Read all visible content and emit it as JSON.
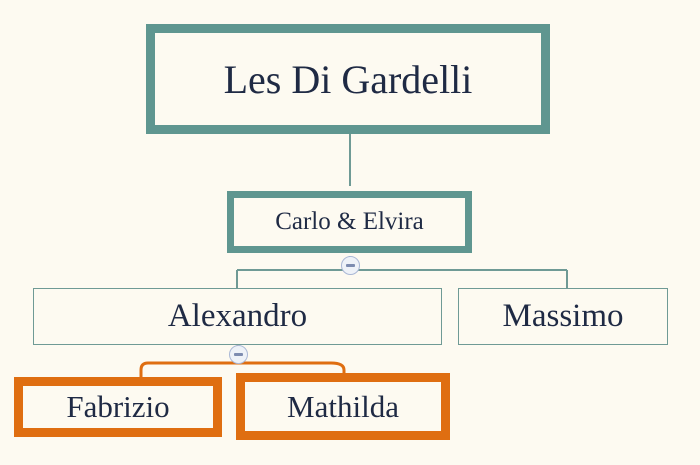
{
  "diagram": {
    "type": "family-tree",
    "title": "Les Di Gardelli",
    "colors": {
      "background": "#fdfaf1",
      "frame_teal": "#5f9690",
      "line_teal": "#6f9a95",
      "highlight_orange": "#df6e11",
      "text": "#1f2a44",
      "toggle_fill": "#eef2f8",
      "toggle_border": "#aab8d6"
    },
    "nodes": [
      {
        "id": "root",
        "label": "Les Di Gardelli",
        "style": "root",
        "level": 0
      },
      {
        "id": "couple",
        "label": "Carlo & Elvira",
        "style": "couple",
        "level": 1
      },
      {
        "id": "alexandro",
        "label": "Alexandro",
        "style": "plain",
        "level": 2
      },
      {
        "id": "massimo",
        "label": "Massimo",
        "style": "plain",
        "level": 2
      },
      {
        "id": "fabrizio",
        "label": "Fabrizio",
        "style": "highlight",
        "level": 3
      },
      {
        "id": "mathilda",
        "label": "Mathilda",
        "style": "highlight",
        "level": 3
      }
    ],
    "toggles": [
      {
        "id": "toggle-couple",
        "icon": "collapse-minus-icon",
        "state": "expanded",
        "symbol": "−"
      },
      {
        "id": "toggle-alexandro",
        "icon": "collapse-minus-icon",
        "state": "expanded",
        "symbol": "−"
      }
    ],
    "edges": [
      {
        "from": "root",
        "to": "couple"
      },
      {
        "from": "couple",
        "to": "alexandro"
      },
      {
        "from": "couple",
        "to": "massimo"
      },
      {
        "from": "alexandro",
        "to": "fabrizio"
      },
      {
        "from": "alexandro",
        "to": "mathilda"
      }
    ]
  }
}
